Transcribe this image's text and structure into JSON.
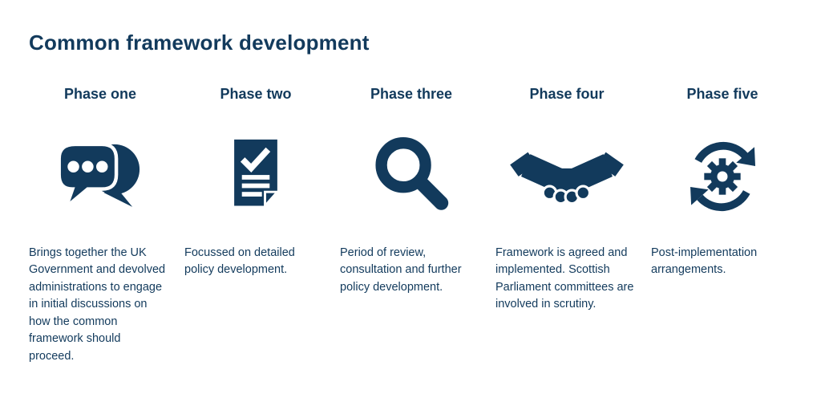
{
  "title": "Common framework development",
  "colors": {
    "navy": "#123a5c",
    "background": "#ffffff"
  },
  "phases": [
    {
      "label": "Phase one",
      "icon": "speech-bubbles-icon",
      "description": "Brings together the UK Government and devolved administrations to engage in initial discussions on how the common framework should proceed."
    },
    {
      "label": "Phase two",
      "icon": "document-checklist-icon",
      "description": "Focussed on detailed policy development."
    },
    {
      "label": "Phase three",
      "icon": "magnifying-glass-icon",
      "description": "Period of review, consultation and further policy development."
    },
    {
      "label": "Phase four",
      "icon": "handshake-icon",
      "description": "Framework is agreed and implemented. Scottish Parliament committees are involved in scrutiny."
    },
    {
      "label": "Phase five",
      "icon": "cycle-gear-icon",
      "description": "Post-implementation arrangements."
    }
  ]
}
